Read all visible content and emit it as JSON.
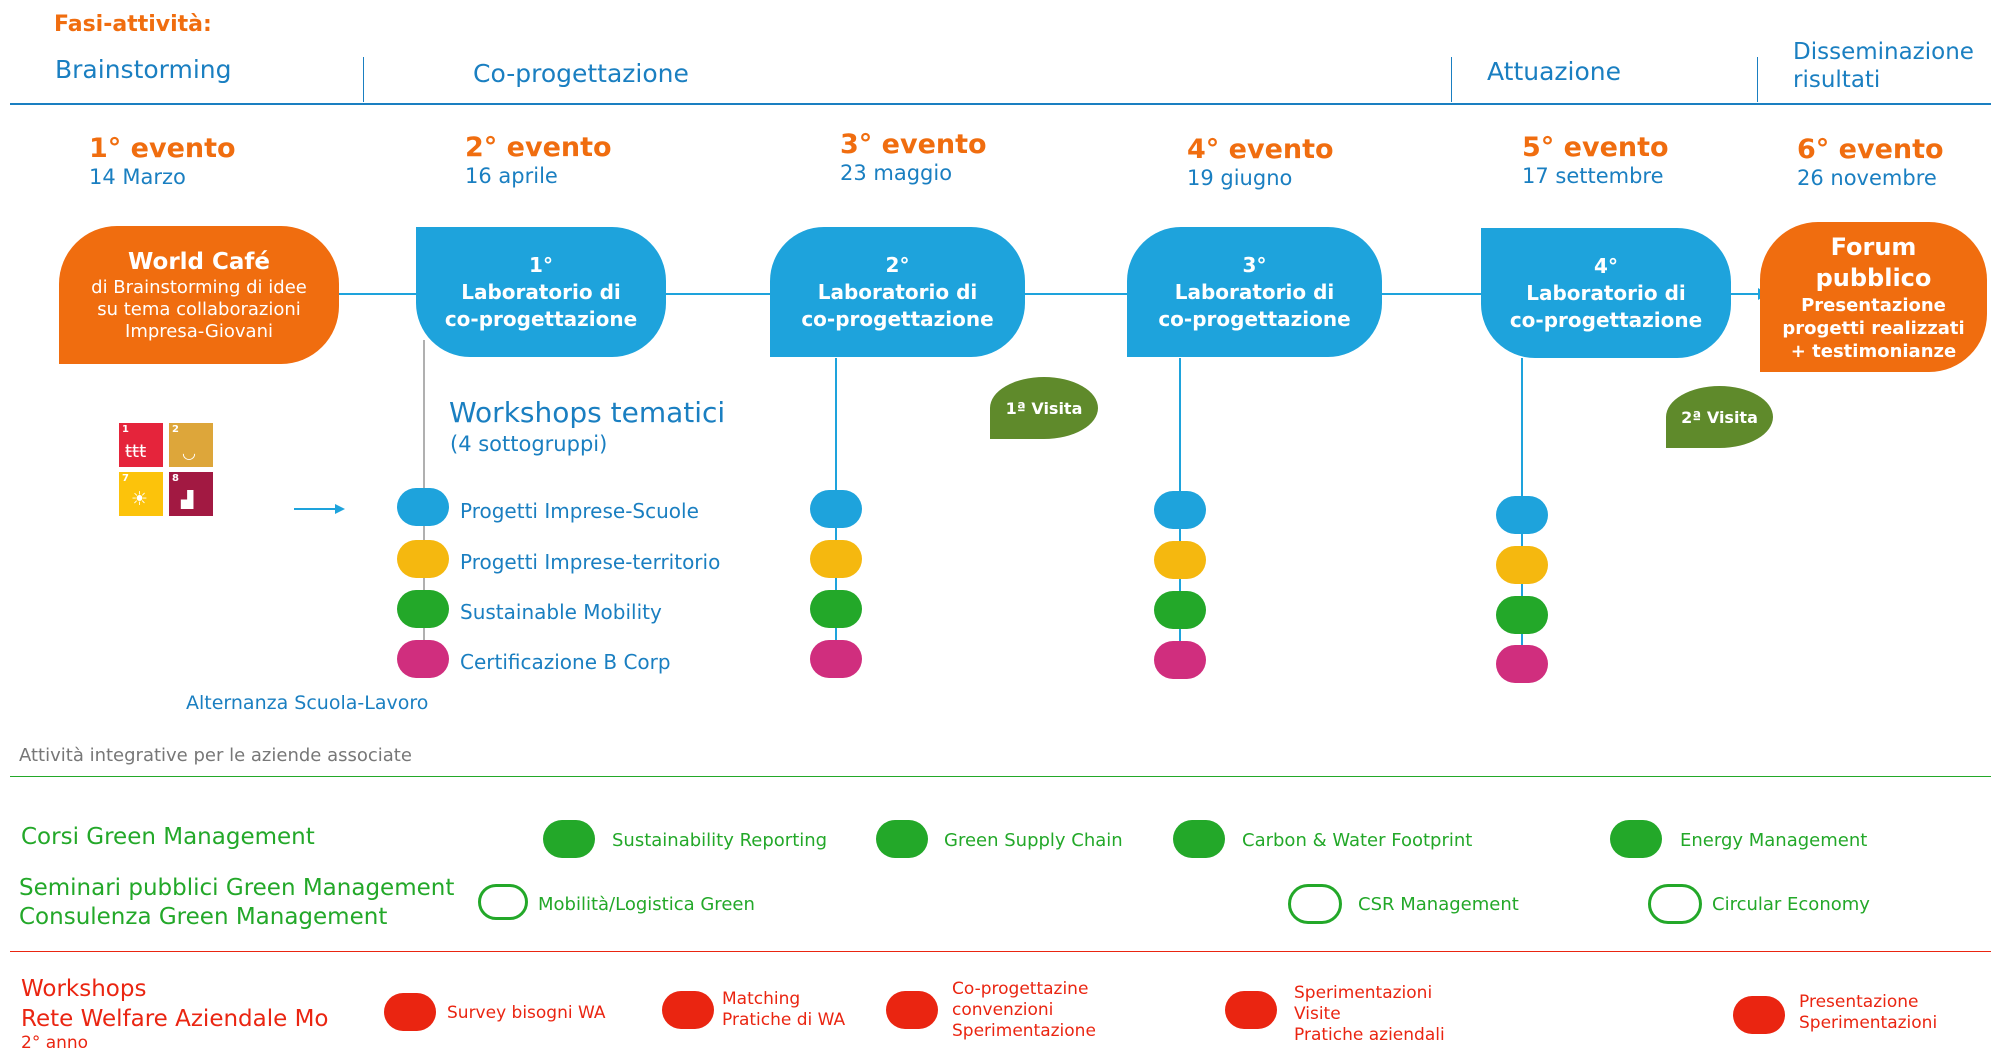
{
  "header": {
    "label": "Fasi-attività:",
    "phases": [
      "Brainstorming",
      "Co-progettazione",
      "Attuazione",
      "Disseminazione",
      "risultati"
    ]
  },
  "events": [
    {
      "title": "1° evento",
      "date": "14 Marzo"
    },
    {
      "title": "2° evento",
      "date": "16 aprile"
    },
    {
      "title": "3° evento",
      "date": "23 maggio"
    },
    {
      "title": "4° evento",
      "date": "19 giugno"
    },
    {
      "title": "5° evento",
      "date": "17 settembre"
    },
    {
      "title": "6° evento",
      "date": "26 novembre"
    }
  ],
  "world_cafe": {
    "title": "World Café",
    "lines": [
      "di Brainstorming di idee",
      "su tema collaborazioni",
      "Impresa-Giovani"
    ]
  },
  "labs": [
    {
      "num": "1°",
      "line1": "Laboratorio di",
      "line2": "co-progettazione"
    },
    {
      "num": "2°",
      "line1": "Laboratorio di",
      "line2": "co-progettazione"
    },
    {
      "num": "3°",
      "line1": "Laboratorio di",
      "line2": "co-progettazione"
    },
    {
      "num": "4°",
      "line1": "Laboratorio di",
      "line2": "co-progettazione"
    }
  ],
  "forum": {
    "title1": "Forum",
    "title2": "pubblico",
    "lines": [
      "Presentazione",
      "progetti  realizzati",
      "+ testimonianze"
    ]
  },
  "visits": [
    "1ª Visita",
    "2ª Visita"
  ],
  "workshops": {
    "title": "Workshops tematici",
    "subtitle": "(4 sottogruppi)",
    "items": [
      "Progetti Imprese-Scuole",
      "Progetti Imprese-territorio",
      "Sustainable Mobility",
      "Certificazione B Corp"
    ],
    "colors": [
      "#1ea3dc",
      "#f5b80f",
      "#23a829",
      "#d02e7e"
    ]
  },
  "alternanza": "Alternanza Scuola-Lavoro",
  "sdg_tiles": [
    {
      "num": "1",
      "color": "#e5243b",
      "icon": "people-icon"
    },
    {
      "num": "2",
      "color": "#dda63a",
      "icon": "bowl-icon"
    },
    {
      "num": "7",
      "color": "#fcc30b",
      "icon": "sun-icon"
    },
    {
      "num": "8",
      "color": "#a21942",
      "icon": "growth-chart-icon"
    }
  ],
  "integrative": "Attività integrative per le aziende associate",
  "green": {
    "corsi_label": "Corsi Green Management",
    "seminari_label": "Seminari pubblici Green Management",
    "consulenza_label": "Consulenza Green Management",
    "corsi_items": [
      "Sustainability Reporting",
      "Green Supply Chain",
      "Carbon & Water Footprint",
      "Energy Management"
    ],
    "seminari_items": [
      "Mobilità/Logistica Green",
      "CSR Management",
      "Circular Economy"
    ],
    "color": "#23a829"
  },
  "welfare": {
    "label1": "Workshops",
    "label2": "Rete Welfare Aziendale Mo",
    "label3": "2° anno",
    "items": [
      {
        "lines": [
          "Survey bisogni WA"
        ]
      },
      {
        "lines": [
          "Matching",
          "Pratiche di WA"
        ]
      },
      {
        "lines": [
          "Co-progettazine",
          "convenzioni",
          "Sperimentazione"
        ]
      },
      {
        "lines": [
          "Sperimentazioni",
          "Visite",
          "Pratiche aziendali"
        ]
      },
      {
        "lines": [
          "Presentazione",
          "Sperimentazioni"
        ]
      }
    ],
    "color": "#ea2511"
  }
}
